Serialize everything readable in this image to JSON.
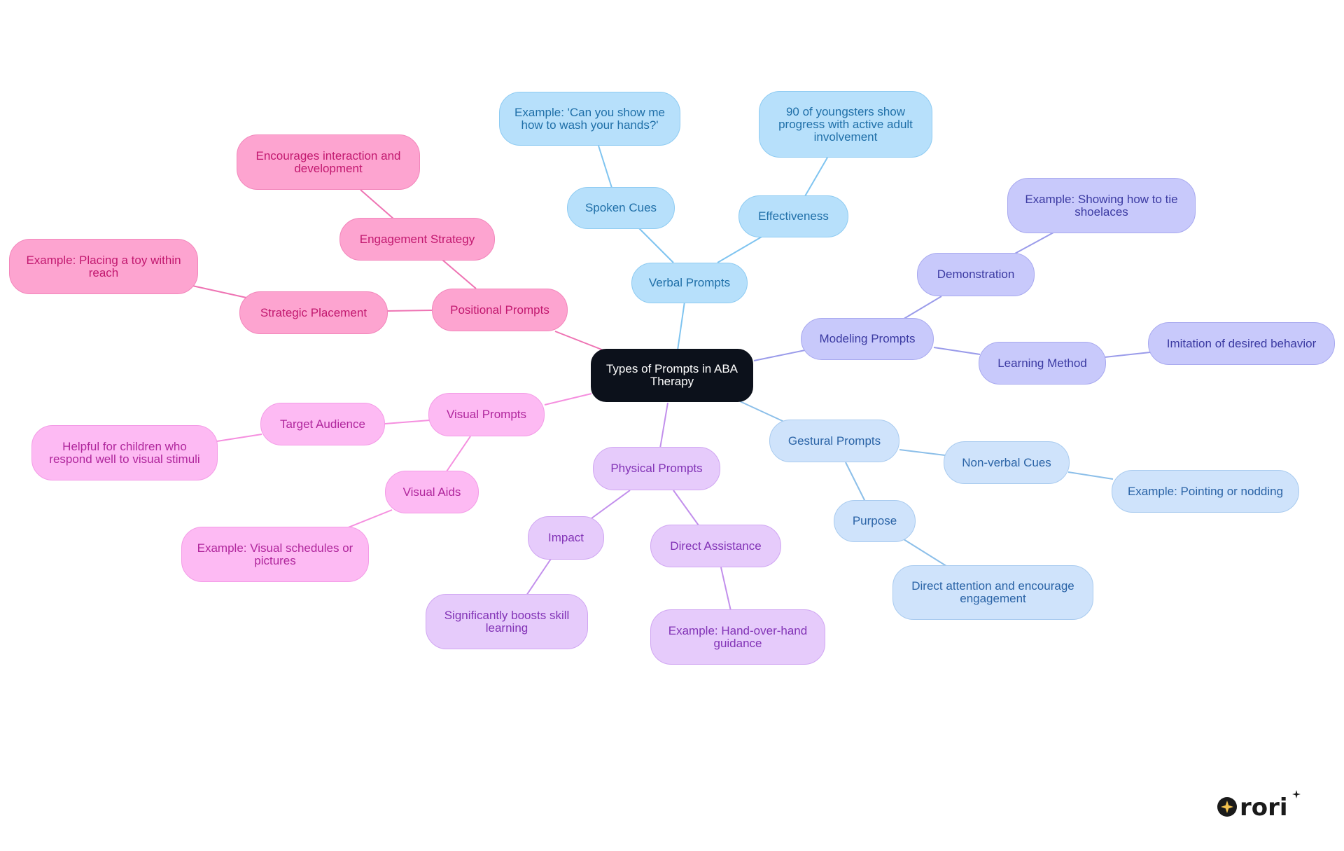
{
  "mindmap": {
    "root": "Types of Prompts in ABA Therapy",
    "branches": [
      {
        "label": "Verbal Prompts",
        "children": [
          {
            "label": "Spoken Cues",
            "children": [
              {
                "label": "Example: 'Can you show me how to wash your hands?'"
              }
            ]
          },
          {
            "label": "Effectiveness",
            "children": [
              {
                "label": "90 of youngsters show progress with active adult involvement"
              }
            ]
          }
        ]
      },
      {
        "label": "Modeling Prompts",
        "children": [
          {
            "label": "Demonstration",
            "children": [
              {
                "label": "Example: Showing how to tie shoelaces"
              }
            ]
          },
          {
            "label": "Learning Method",
            "children": [
              {
                "label": "Imitation of desired behavior"
              }
            ]
          }
        ]
      },
      {
        "label": "Gestural Prompts",
        "children": [
          {
            "label": "Non-verbal Cues",
            "children": [
              {
                "label": "Example: Pointing or nodding"
              }
            ]
          },
          {
            "label": "Purpose",
            "children": [
              {
                "label": "Direct attention and encourage engagement"
              }
            ]
          }
        ]
      },
      {
        "label": "Physical Prompts",
        "children": [
          {
            "label": "Impact",
            "children": [
              {
                "label": "Significantly boosts skill learning"
              }
            ]
          },
          {
            "label": "Direct Assistance",
            "children": [
              {
                "label": "Example: Hand-over-hand guidance"
              }
            ]
          }
        ]
      },
      {
        "label": "Visual Prompts",
        "children": [
          {
            "label": "Target Audience",
            "children": [
              {
                "label": "Helpful for children who respond well to visual stimuli"
              }
            ]
          },
          {
            "label": "Visual Aids",
            "children": [
              {
                "label": "Example: Visual schedules or pictures"
              }
            ]
          }
        ]
      },
      {
        "label": "Positional Prompts",
        "children": [
          {
            "label": "Engagement Strategy",
            "children": [
              {
                "label": "Encourages interaction and development"
              }
            ]
          },
          {
            "label": "Strategic Placement",
            "children": [
              {
                "label": "Example: Placing a toy within reach"
              }
            ]
          }
        ]
      }
    ]
  },
  "colors": {
    "root": "#0c111b",
    "verbal": "#b7e0fb",
    "modeling": "#c8c9fb",
    "gestural": "#cfe3fb",
    "physical": "#e6cbfb",
    "visual": "#fdbaf3",
    "positional": "#fda4d0"
  },
  "logo": {
    "text": "rori"
  }
}
